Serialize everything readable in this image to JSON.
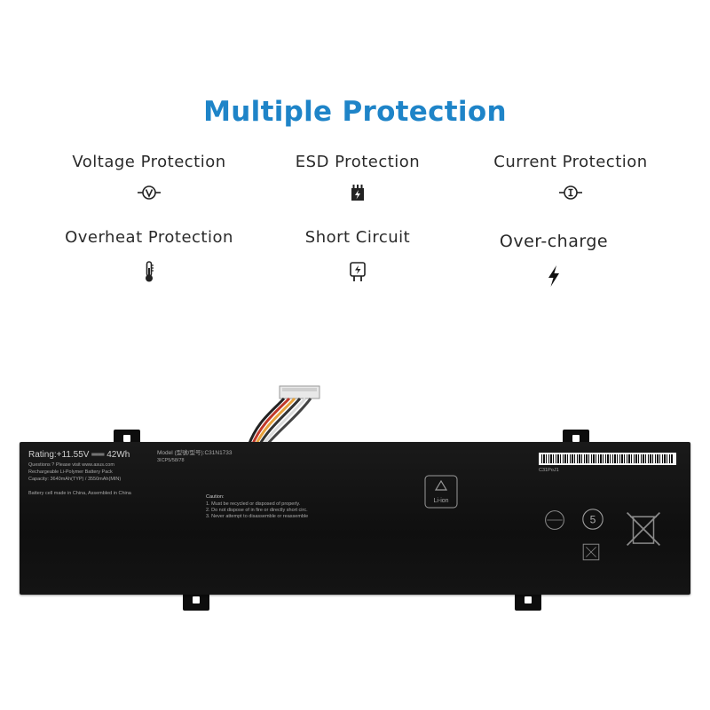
{
  "title": "Multiple Protection",
  "features": [
    {
      "label": "Voltage Protection",
      "icon": "voltage-icon"
    },
    {
      "label": "ESD Protection",
      "icon": "esd-chip-icon"
    },
    {
      "label": "Current Protection",
      "icon": "current-icon"
    },
    {
      "label": "Overheat Protection",
      "icon": "thermometer-icon"
    },
    {
      "label": "Short Circuit",
      "icon": "plug-icon"
    },
    {
      "label": "Over-charge",
      "icon": "lightning-icon"
    }
  ],
  "battery": {
    "rating": "Rating:+11.55V ══ 42Wh",
    "model": "Model (型號/型号):C31N1733",
    "cells": "3ICP5/58/78",
    "questions": "Questions ? Please visit www.asus.com",
    "pack": "Rechargeable Li-Polymer Battery Pack",
    "capacity": "Capacity: 3640mAh(TYP) / 3550mAh(MIN)",
    "cell_origin": "Battery cell made in China, Assembled in China",
    "caution": "Caution:",
    "caution_lines": [
      "1. Must be recycled or disposed of properly.",
      "2. Do not dispose of in fire or directly short circ.",
      "3. Never attempt to disassemble or reassemble"
    ],
    "li_ion": "Li-ion",
    "part_no": "C31PoJ1",
    "brand_color": "#1e84c8"
  }
}
